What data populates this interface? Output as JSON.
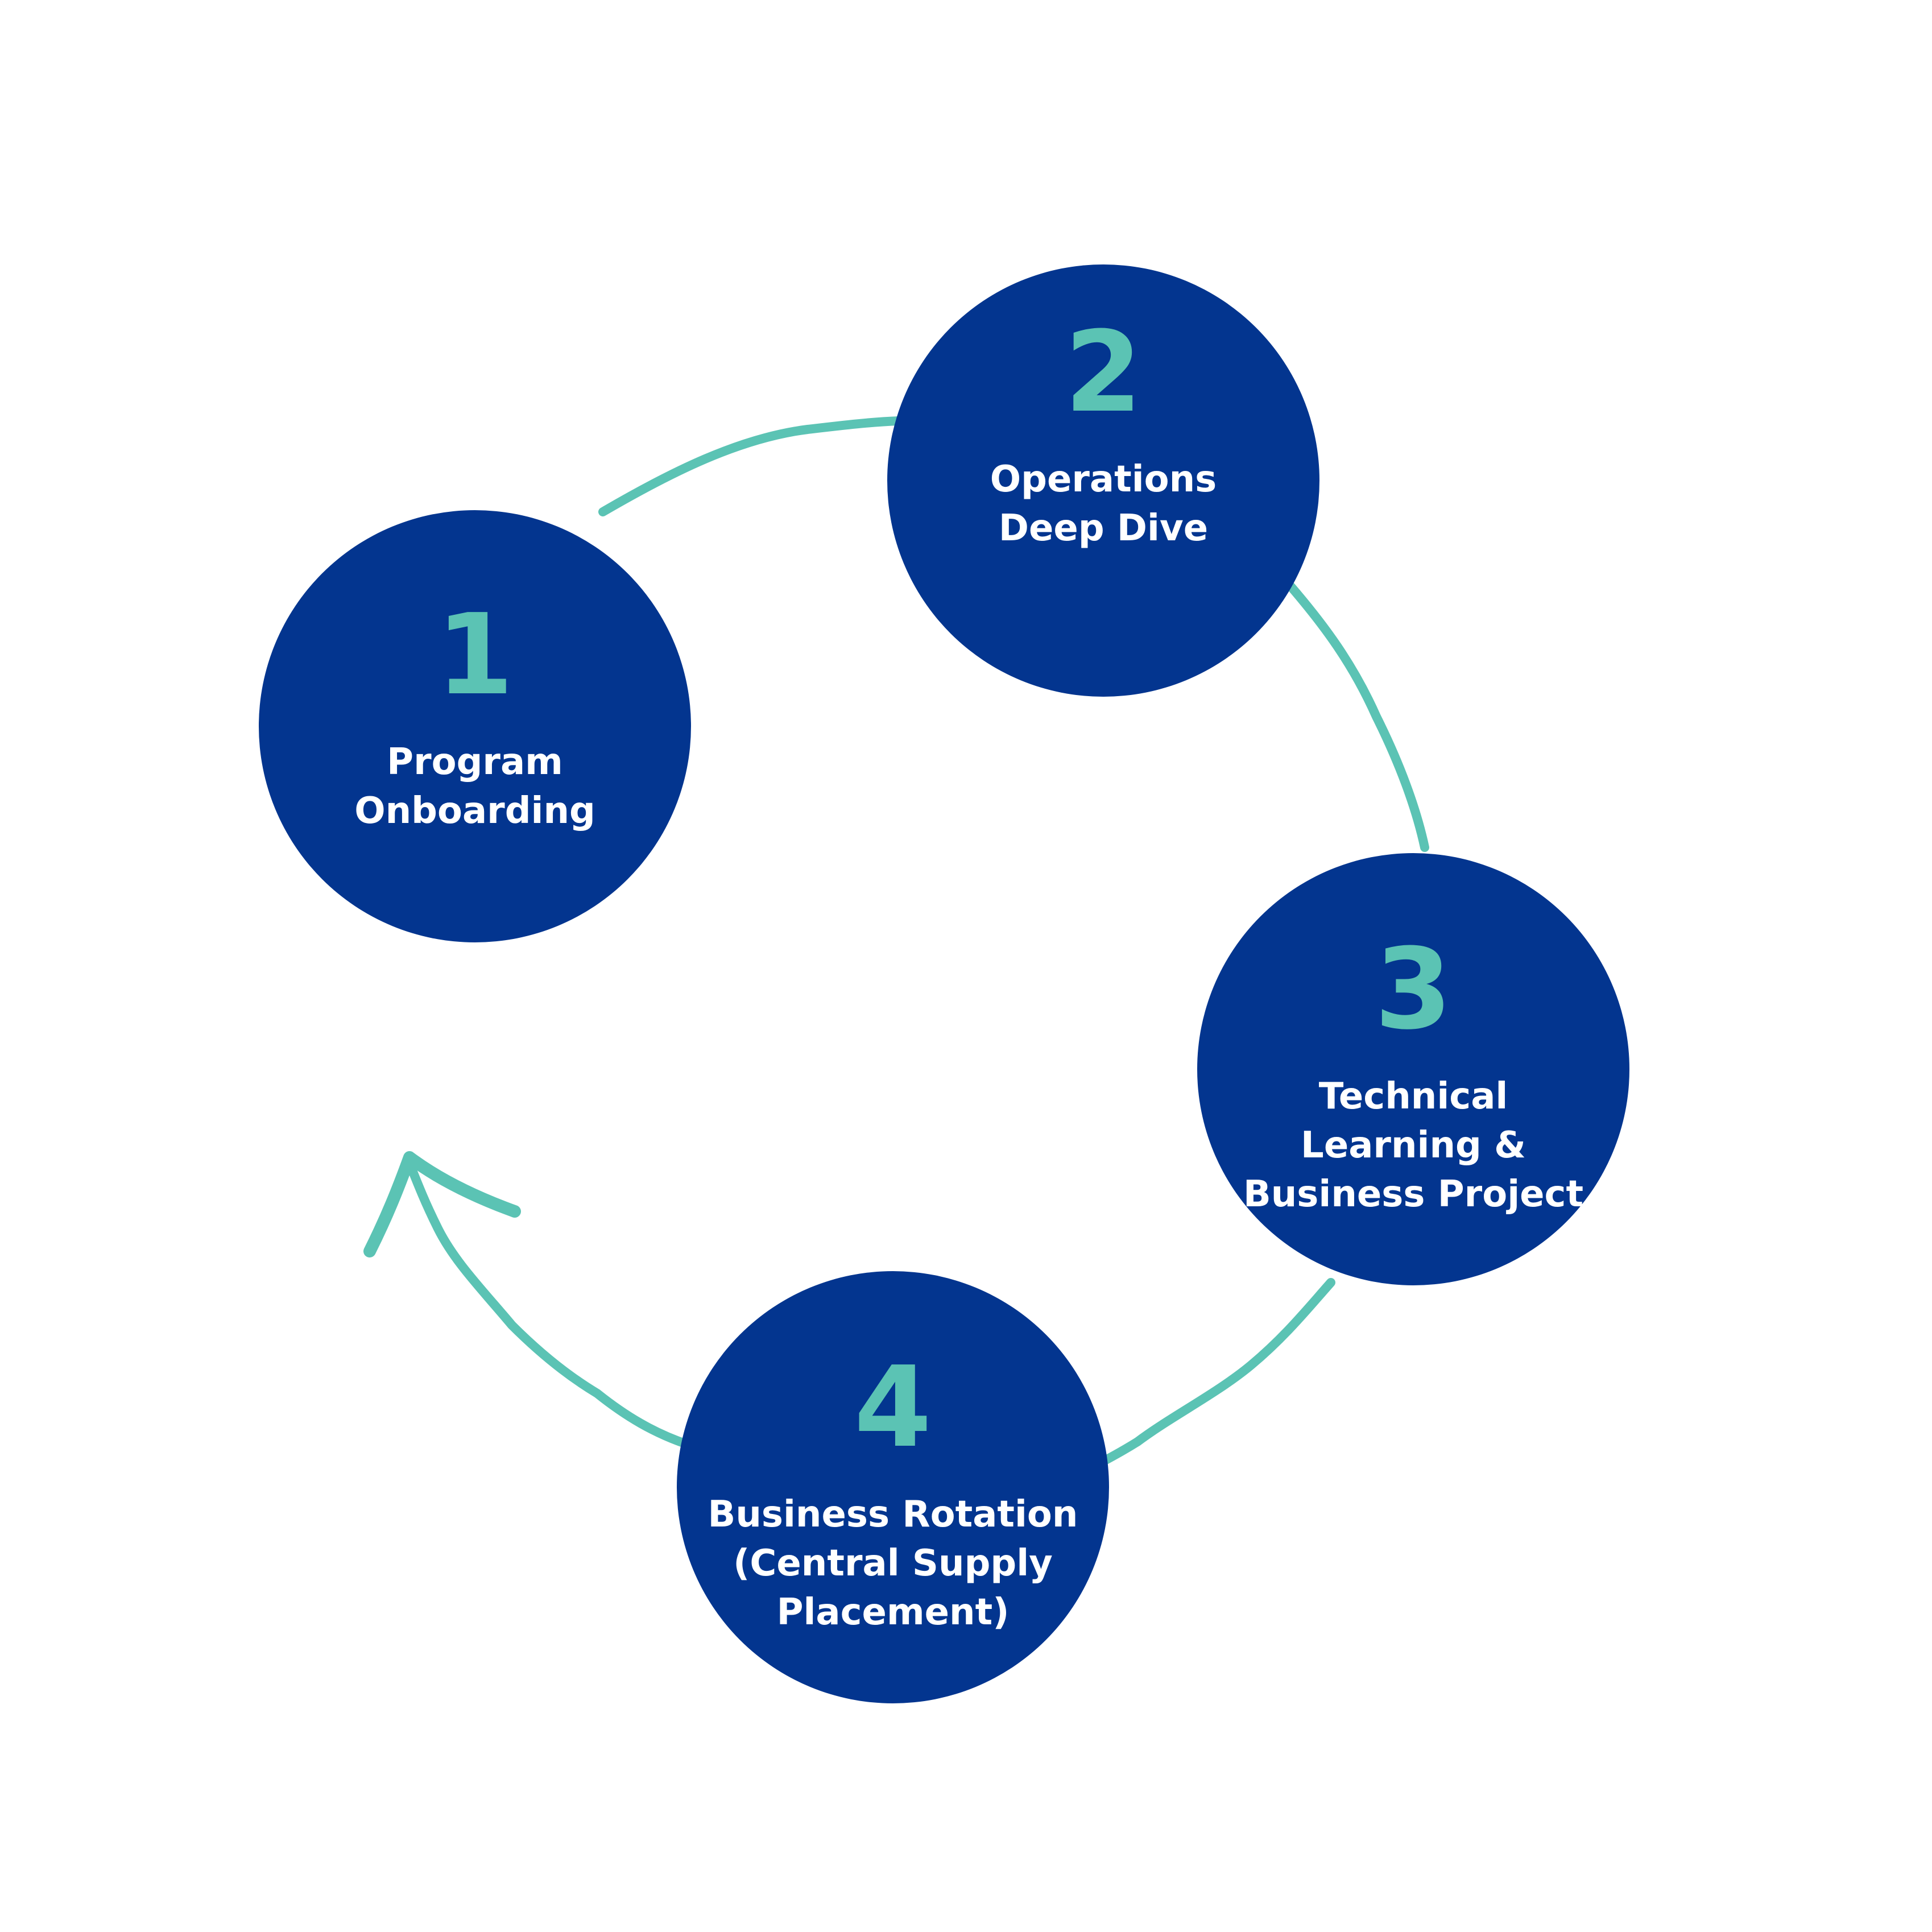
{
  "colors": {
    "circle_fill": "#03358f",
    "number_text": "#5bc3b4",
    "label_text": "#ffffff",
    "connector": "#5bc3b4",
    "background": "#ffffff"
  },
  "steps": [
    {
      "number": "1",
      "label": "Program\nOnboarding"
    },
    {
      "number": "2",
      "label": "Operations\nDeep Dive"
    },
    {
      "number": "3",
      "label": "Technical\nLearning &\nBusiness Project"
    },
    {
      "number": "4",
      "label": "Business Rotation\n(Central Supply\nPlacement)"
    }
  ]
}
